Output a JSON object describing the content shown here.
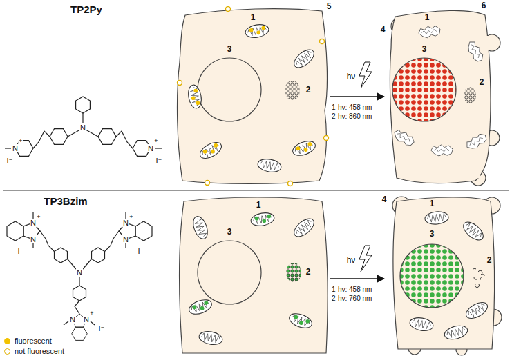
{
  "diagram": {
    "labels": [
      "TP2Py",
      "N",
      "+",
      "I⁻",
      "N",
      "N",
      "+",
      "I⁻",
      "1",
      "5",
      "3",
      "2",
      "hν",
      "1-hν: 458 nm",
      "2-hν: 860 nm",
      "4",
      "1",
      "6",
      "3",
      "2",
      "TP3Bzim",
      "N",
      "N",
      "N",
      "+",
      "I⁻",
      "N",
      "N",
      "+",
      "I⁻",
      "N",
      "N",
      "+",
      "I⁻",
      "1",
      "3",
      "2",
      "hν",
      "1-hν: 458 nm",
      "2-hν: 760 nm",
      "4",
      "1",
      "3",
      "2"
    ],
    "legend": [
      {
        "text": "fluorescent",
        "color": "#f2c200"
      },
      {
        "text": "not fluorescent"
      }
    ]
  }
}
